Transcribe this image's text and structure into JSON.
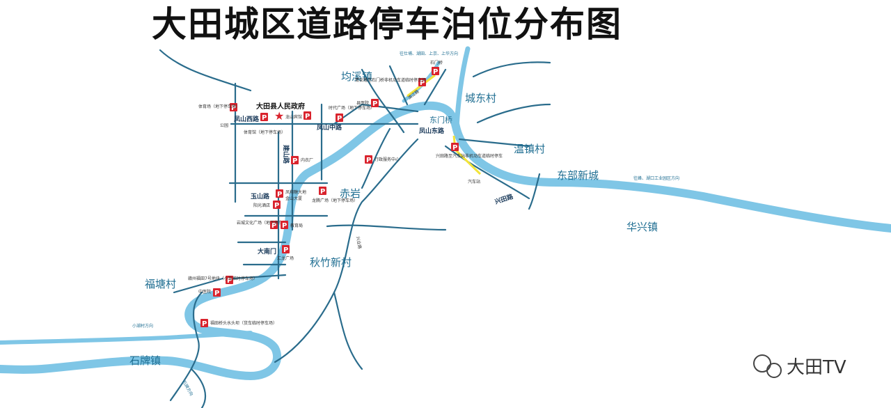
{
  "title": "大田城区道路停车泊位分布图",
  "towns": {
    "junxi": "均溪镇",
    "chengdong": "城东村",
    "wenzhen": "温镇村",
    "dongbu": "东部新城",
    "huaxing": "华兴镇",
    "chiyan": "赤岩",
    "qiuzhu": "秋竹新村",
    "futang": "福塘村",
    "shipai": "石牌镇"
  },
  "roads": {
    "fengshan_west": "凤山西路",
    "fengshan_mid": "凤山中路",
    "fengshan_east": "凤山东路",
    "jianshan": "建山路",
    "yushan": "玉山路",
    "damenmen": "大南门",
    "dongmen_bridge": "东门桥",
    "xingtian": "兴田路",
    "xingye": "兴业路",
    "binjiang": "滨江路"
  },
  "government": "大田县人民政府",
  "directions": {
    "north": "往仕埔、湖田、上京、上华方向",
    "east": "往峰、湖口工业园区方向",
    "southwest": "小湖村方向",
    "south": "石牌方向"
  },
  "parking_lots": [
    "体育场（地下停车场）",
    "体育馆（地下停车场）",
    "公园",
    "龙山宾馆",
    "时代广场（地下停车场）",
    "县医院",
    "青安路至石门桥非机动车道临时停车场",
    "石门桥",
    "行政服务中心",
    "兴田路至汽车站非机动车道临时停车",
    "汽车站",
    "内衣厂",
    "凤翔糖大地",
    "金山大厦",
    "阳光酒店",
    "龙腾广场（地下停车场）",
    "岩城文化广场（地下停车场）",
    "教育局",
    "汇龙广场",
    "赣州福田7号地块（小车临时停车场）",
    "中医院",
    "福田桥头水头坝（货车临时停车场）"
  ],
  "watermark": "大田TV",
  "colors": {
    "river": "#7fc6e6",
    "road": "#2a6c8c",
    "parking": "#d9232d",
    "highway": "#f2e43a",
    "town_text": "#1f6e92"
  }
}
